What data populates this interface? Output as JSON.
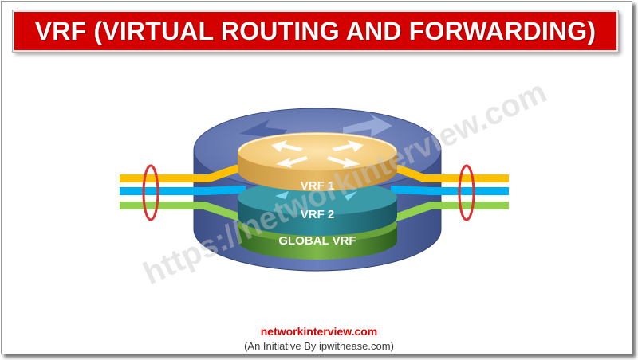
{
  "banner": {
    "title": "VRF (VIRTUAL ROUTING AND FORWARDING)"
  },
  "layers": [
    {
      "label": "VRF 1",
      "color": "#f4cc7a"
    },
    {
      "label": "VRF 2",
      "color": "#2b8b98"
    },
    {
      "label": "GLOBAL VRF",
      "color": "#6fa83a"
    }
  ],
  "links": [
    {
      "name": "orange-link",
      "color": "#ffc000"
    },
    {
      "name": "blue-link",
      "color": "#00b0f0"
    },
    {
      "name": "green-link",
      "color": "#92d050"
    }
  ],
  "watermark": "https://networkinterview.com",
  "footer": {
    "site": "networkinterview.com",
    "tagline": "(An Initiative By ipwithease.com)"
  },
  "colors": {
    "banner": "#d40000",
    "router_body": "#5f74b0",
    "ellipse_marker": "#e03030"
  }
}
